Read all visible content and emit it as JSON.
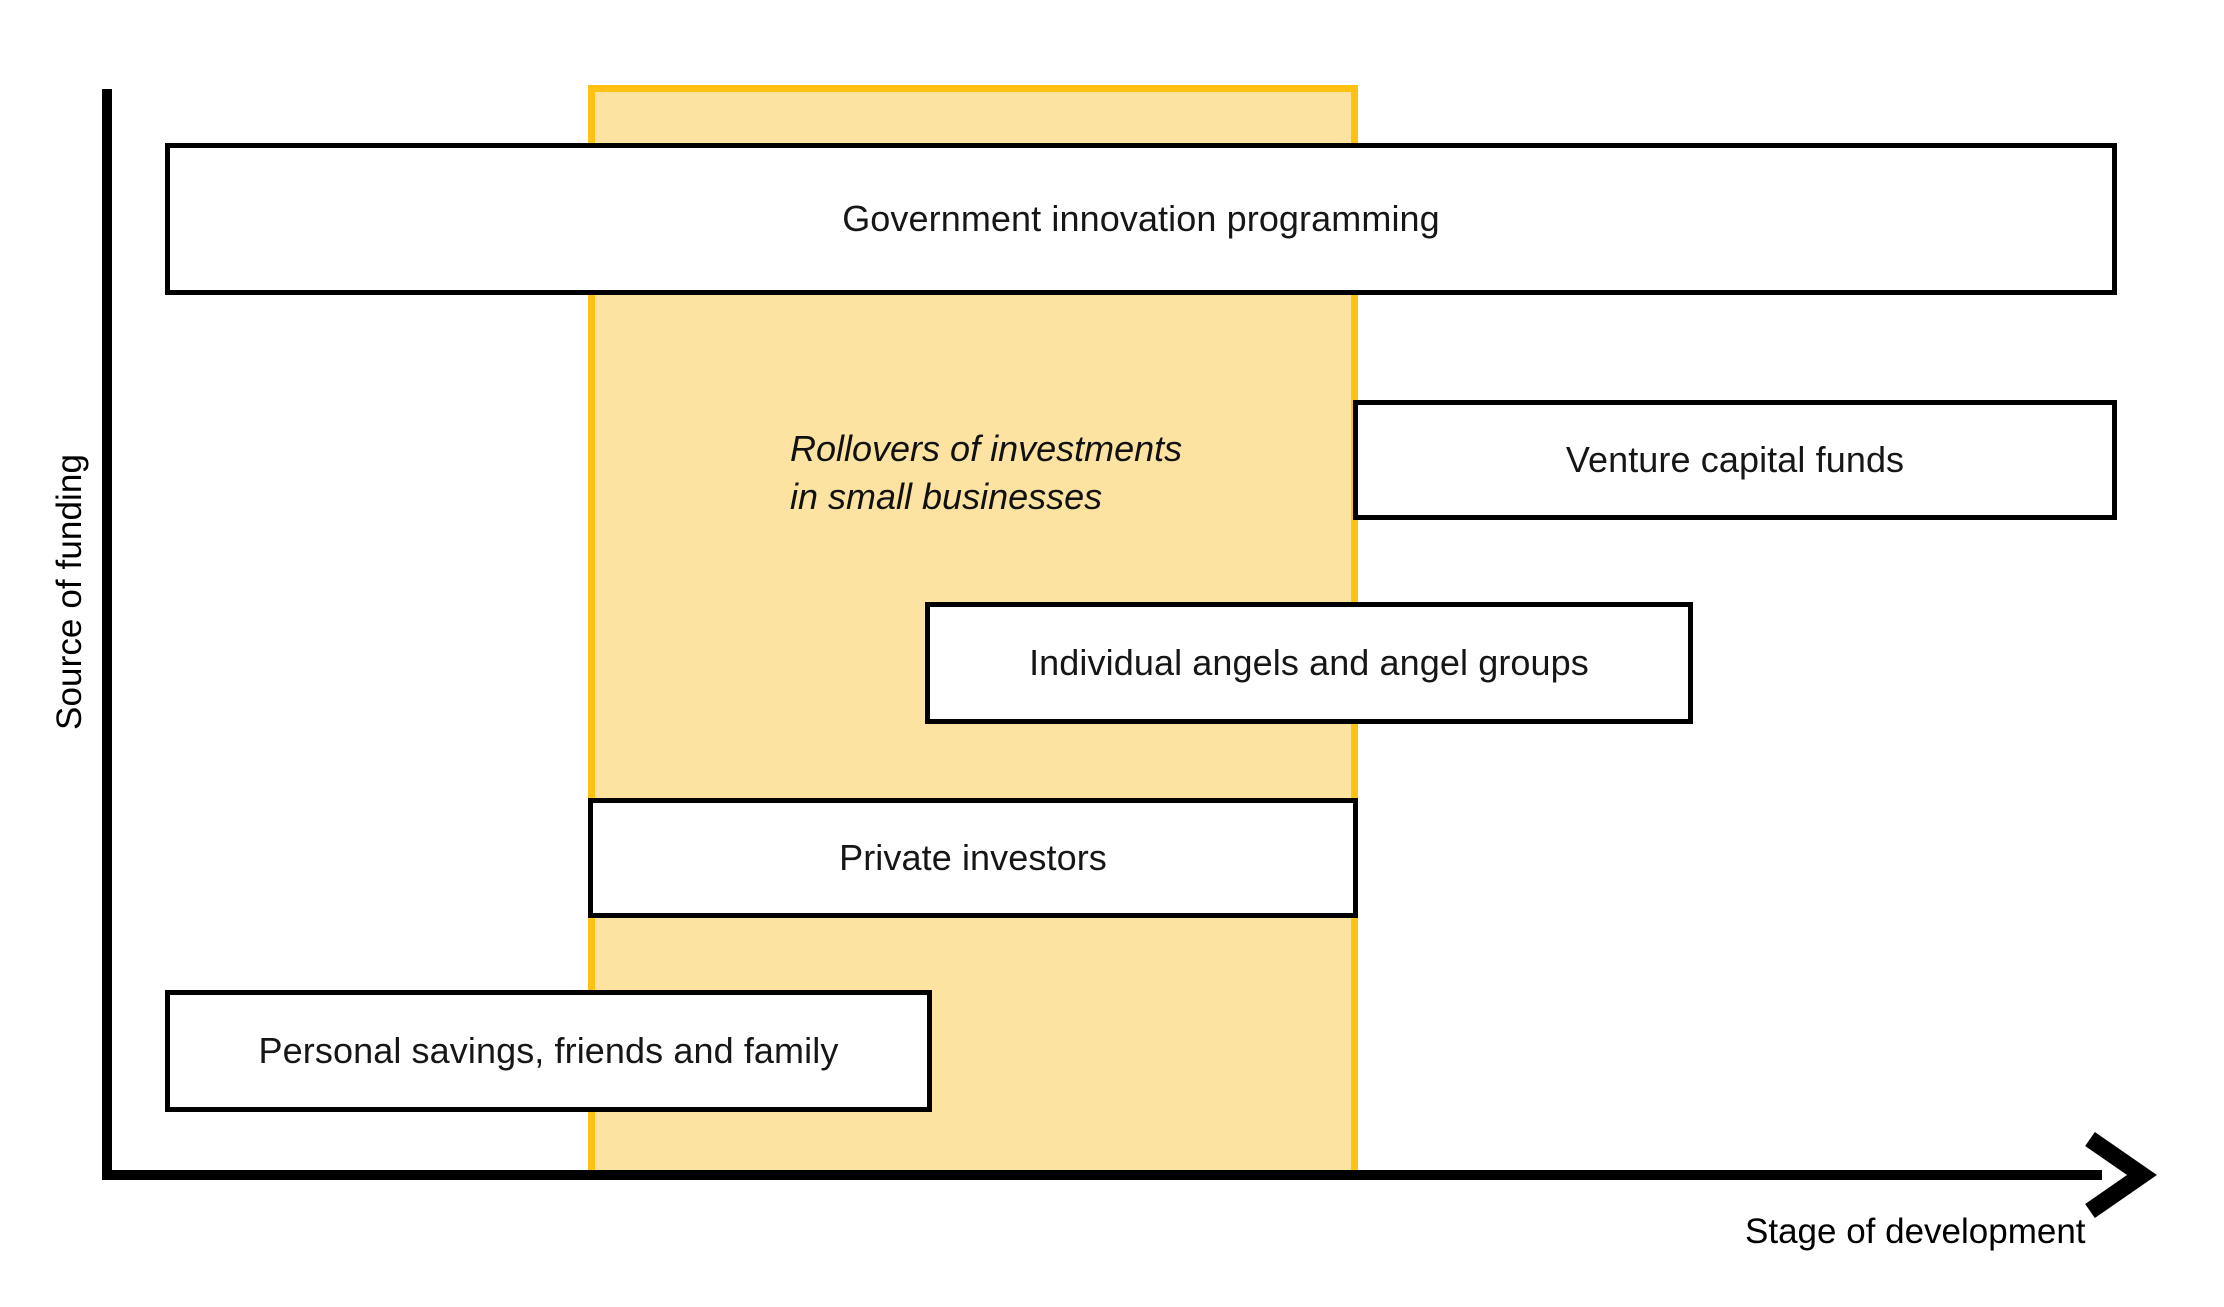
{
  "axes": {
    "y_label": "Source of funding",
    "x_label": "Stage of development"
  },
  "band": {
    "note": "Rollovers of investments\nin small businesses",
    "fill_color": "#FCE3A1",
    "border_color": "#FFC212"
  },
  "boxes": [
    {
      "id": "government",
      "label": "Government innovation programming"
    },
    {
      "id": "venture",
      "label": "Venture capital funds"
    },
    {
      "id": "angels",
      "label": "Individual angels and angel groups"
    },
    {
      "id": "private",
      "label": "Private investors"
    },
    {
      "id": "personal",
      "label": "Personal savings, friends and family"
    }
  ],
  "chart_data": {
    "type": "bar",
    "title": "",
    "xlabel": "Stage of development",
    "ylabel": "Source of funding",
    "orientation": "horizontal",
    "grid": false,
    "legend": "none",
    "axis_style": "arrow-open-ended-unlabeled",
    "xlim": [
      0,
      100
    ],
    "ylim": [
      0,
      100
    ],
    "note_annotation": {
      "text": "Rollovers of investments in small businesses",
      "style": "italic",
      "inside_highlight_band": true
    },
    "highlight_band": {
      "label": "Rollovers of investments in small businesses",
      "x_start": 24.2,
      "x_end": 62.6,
      "fill": "#FCE3A1",
      "stroke": "#FFC212"
    },
    "categories": [
      "Government innovation programming",
      "Venture capital funds",
      "Individual angels and angel groups",
      "Private investors",
      "Personal savings, friends and family"
    ],
    "bars": [
      {
        "label": "Government innovation programming",
        "x_start": 3.1,
        "x_end": 100.0,
        "y_level": 5
      },
      {
        "label": "Venture capital funds",
        "x_start": 62.4,
        "x_end": 100.0,
        "y_level": 4
      },
      {
        "label": "Individual angels and angel groups",
        "x_start": 41.0,
        "x_end": 79.2,
        "y_level": 3
      },
      {
        "label": "Private investors",
        "x_start": 24.2,
        "x_end": 62.6,
        "y_level": 2
      },
      {
        "label": "Personal savings, friends and family",
        "x_start": 3.1,
        "x_end": 41.3,
        "y_level": 1
      }
    ]
  }
}
